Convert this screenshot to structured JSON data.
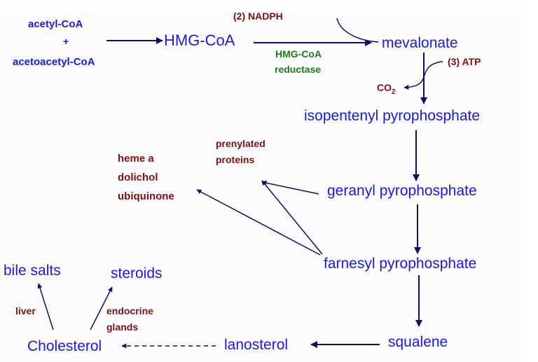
{
  "colors": {
    "compound": "#1a1ad8",
    "cofactor": "#7a1010",
    "enzyme": "#1a7a1a",
    "arrow": "#0d0d6b"
  },
  "compounds": {
    "acetyl_coa": "acetyl-CoA",
    "plus": "+",
    "acetoacetyl_coa": "acetoacetyl-CoA",
    "hmg_coa": "HMG-CoA",
    "mevalonate": "mevalonate",
    "isopentenyl_pp": "isopentenyl pyrophosphate",
    "geranyl_pp": "geranyl pyrophosphate",
    "farnesyl_pp": "farnesyl pyrophosphate",
    "squalene": "squalene",
    "lanosterol": "lanosterol",
    "cholesterol": "Cholesterol",
    "bile_salts": "bile salts",
    "steroids": "steroids"
  },
  "cofactors": {
    "nadph": "(2) NADPH",
    "atp": "(3) ATP",
    "co2": "CO",
    "co2_sub": "2"
  },
  "enzyme": {
    "line1": "HMG-CoA",
    "line2": "reductase"
  },
  "products": {
    "heme_a": "heme a",
    "dolichol": "dolichol",
    "ubiquinone": "ubiquinone",
    "prenylated_line1": "prenylated",
    "prenylated_line2": "proteins"
  },
  "sites": {
    "liver": "liver",
    "endocrine_line1": "endocrine",
    "endocrine_line2": "glands"
  }
}
